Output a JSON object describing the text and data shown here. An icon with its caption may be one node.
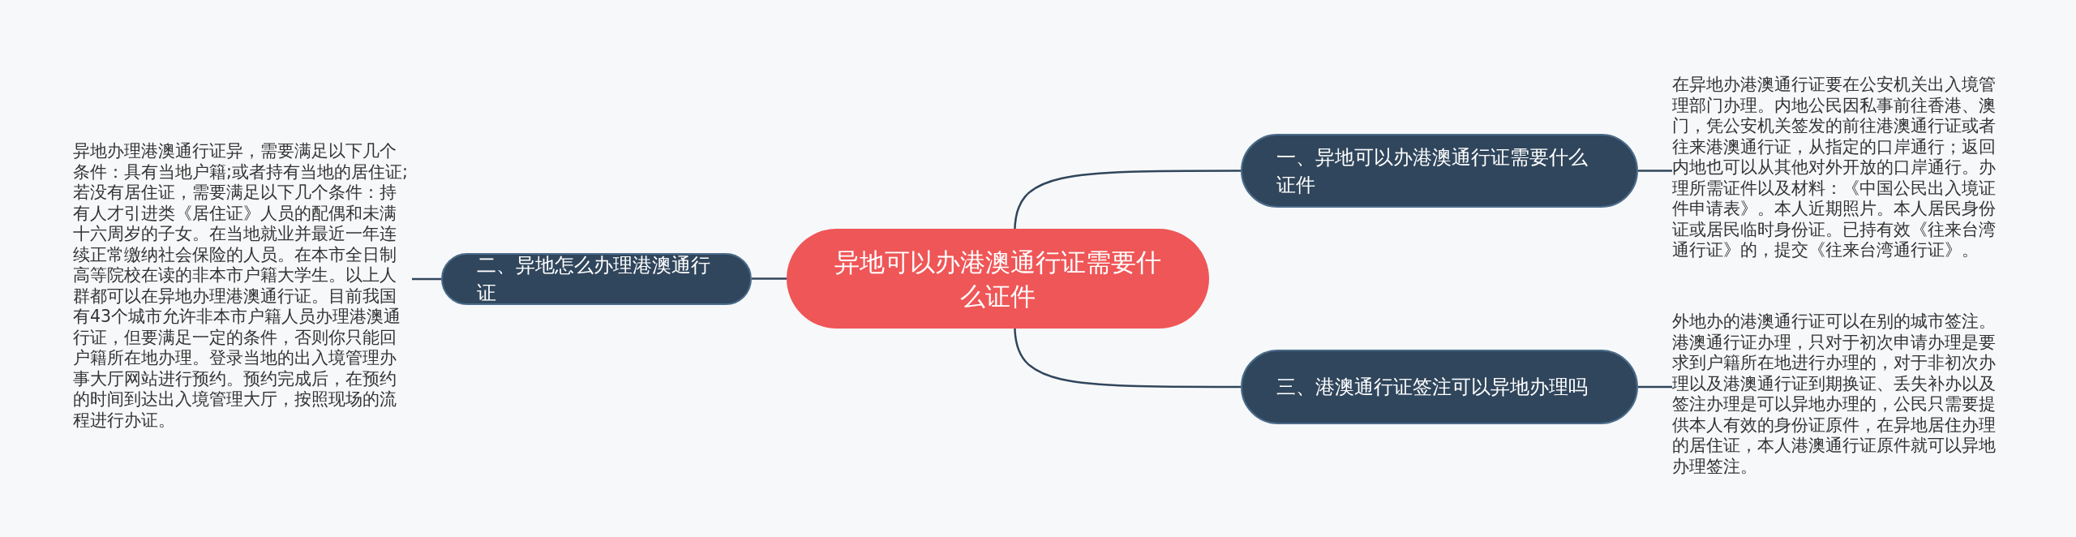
{
  "diagram": {
    "nodes": [
      {
        "text": [
          "异地可以办港澳通行证需要什么证件"
        ]
      },
      {
        "text": [
          "一、异地可以办港澳通行证需要什么证件"
        ]
      },
      {
        "text": [
          "在异地办港澳通行证要在公安机关出入境管理部门办理。内地公民因私事前往香港、澳门，凭公安机关签发的前往港澳通行证或者往来港澳通行证，从指定的口岸通行；返回内地也可以从其他对外开放的口岸通行。办理所需证件以及材料：《中国公民出入境证件申请表》。本人近期照片。本人居民身份证或居民临时身份证。已持有效《往来台湾通行证》的，提交《往来台湾通行证》。"
        ]
      },
      {
        "text": [
          "二、异地怎么办理港澳通行证"
        ]
      },
      {
        "text": [
          "异地办理港澳通行证异，需要满足以下几个条件：具有当地户籍;或者持有当地的居住证;若没有居住证，需要满足以下几个条件：持有人才引进类《居住证》人员的配偶和未满十六周岁的子女。在当地就业并最近一年连续正常缴纳社会保险的人员。在本市全日制高等院校在读的非本市户籍大学生。以上人群都可以在异地办理港澳通行证。目前我国有43个城市允许非本市户籍人员办理港澳通行证，但要满足一定的条件，否则你只能回户籍所在地办理。登录当地的出入境管理办事大厅网站进行预约。预约完成后，在预约的时间到达出入境管理大厅，按照现场的流程进行办证。"
        ]
      },
      {
        "text": [
          "三、港澳通行证签注可以异地办理吗"
        ]
      },
      {
        "text": [
          "外地办的港澳通行证可以在别的城市签注。港澳通行证办理，只对于初次申请办理是要求到户籍所在地进行办理的，对于非初次办理以及港澳通行证到期换证、丢失补办以及签注办理是可以异地办理的，公民只需要提供本人有效的身份证原件，在异地居住办理的居住证，本人港澳通行证原件就可以异地办理签注。"
        ]
      }
    ],
    "edges": [
      {
        "from": 0,
        "to": 1,
        "arrow": "none"
      },
      {
        "from": 1,
        "to": 2,
        "arrow": "none"
      },
      {
        "from": 0,
        "to": 3,
        "arrow": "none"
      },
      {
        "from": 3,
        "to": 4,
        "arrow": "none"
      },
      {
        "from": 0,
        "to": 5,
        "arrow": "none"
      },
      {
        "from": 5,
        "to": 6,
        "arrow": "none"
      }
    ]
  }
}
